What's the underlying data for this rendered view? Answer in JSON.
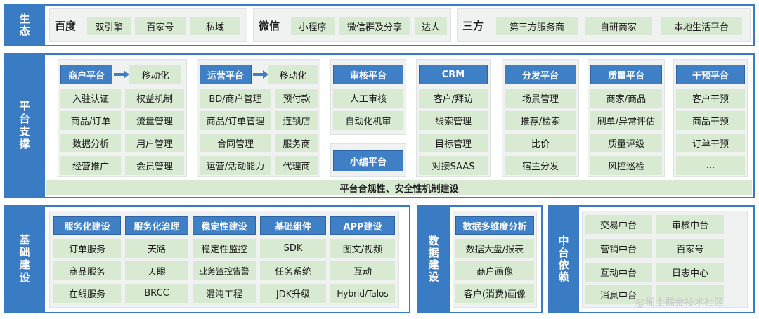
{
  "eco": {
    "label": "生态",
    "baidu": {
      "title": "百度",
      "items": [
        "双引擎",
        "百家号",
        "私域"
      ]
    },
    "weixin": {
      "title": "微信",
      "items": [
        "小程序",
        "微信群及分享",
        "达人"
      ]
    },
    "third": {
      "title": "三方",
      "items": [
        "第三方服务商",
        "自研商家",
        "本地生活平台"
      ]
    }
  },
  "platform": {
    "label": "平台支撑",
    "merchant": {
      "title": "商户平台",
      "mobile": "移动化",
      "items": [
        "入驻认证",
        "权益机制",
        "商品/订单",
        "流量管理",
        "数据分析",
        "用户管理",
        "经营推广",
        "会员管理"
      ]
    },
    "ops": {
      "title": "运营平台",
      "mobile": "移动化",
      "items": [
        "BD/商户管理",
        "预付款",
        "商品/订单管理",
        "连锁店",
        "合同管理",
        "服务商",
        "运营/活动能力",
        "代理商"
      ]
    },
    "audit": {
      "title": "审核平台",
      "items": [
        "人工审核",
        "自动化机审"
      ]
    },
    "editor": {
      "title": "小编平台"
    },
    "crm": {
      "title": "CRM",
      "items": [
        "客户/拜访",
        "线索管理",
        "目标管理",
        "对接SAAS"
      ]
    },
    "dist": {
      "title": "分发平台",
      "items": [
        "场景管理",
        "推荐/检索",
        "比价",
        "宿主分发"
      ]
    },
    "quality": {
      "title": "质量平台",
      "items": [
        "商家/商品",
        "刷单/异常评估",
        "质量评级",
        "风控巡检"
      ]
    },
    "intervene": {
      "title": "干预平台",
      "items": [
        "客户干预",
        "商品干预",
        "订单干预",
        "..."
      ]
    },
    "compliance": "平台合规性、安全性机制建设"
  },
  "infra": {
    "label": "基础建设",
    "columns": [
      {
        "title": "服务化建设",
        "items": [
          "订单服务",
          "商品服务",
          "在线服务"
        ]
      },
      {
        "title": "服务化治理",
        "items": [
          "天路",
          "天眼",
          "BRCC"
        ]
      },
      {
        "title": "稳定性建设",
        "items": [
          "稳定性监控",
          "业务监控告警",
          "混沌工程"
        ]
      },
      {
        "title": "基础组件",
        "items": [
          "SDK",
          "任务系统",
          "JDK升级"
        ]
      },
      {
        "title": "APP建设",
        "items": [
          "图文/视频",
          "互动",
          "Hybrid/Talos"
        ]
      }
    ]
  },
  "data": {
    "label": "数据建设",
    "title": "数据多维度分析",
    "items": [
      "数据大盘/报表",
      "商户画像",
      "客户(消费)画像"
    ]
  },
  "middle": {
    "label": "中台依赖",
    "items": [
      "交易中台",
      "审核中台",
      "营销中台",
      "百家号",
      "互动中台",
      "日志中心",
      "消息中台",
      ""
    ]
  },
  "watermark": "@稀土掘金技术社区",
  "colors": {
    "blue": "#3f7fc5",
    "green": "#d8ead1",
    "panel": "#f0f2f1"
  }
}
